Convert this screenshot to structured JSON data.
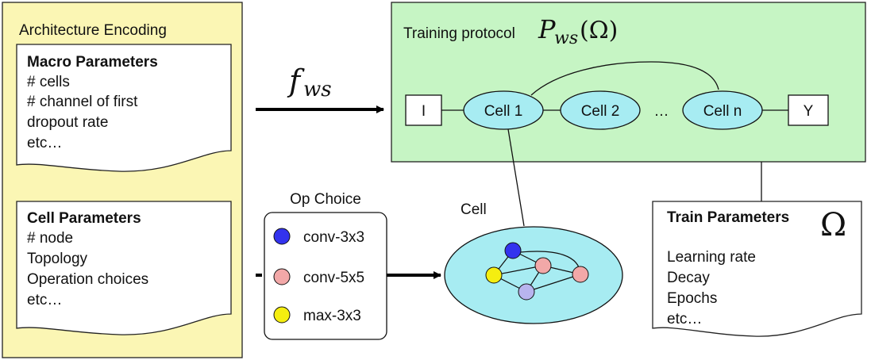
{
  "encoding_panel": {
    "title": "Architecture Encoding",
    "macro": {
      "heading": "Macro Parameters",
      "lines": [
        "# cells",
        "# channel of first",
        "dropout rate",
        "etc…"
      ]
    },
    "cell": {
      "heading": "Cell Parameters",
      "lines": [
        "# node",
        "Topology",
        "Operation choices",
        "etc…"
      ]
    }
  },
  "mapping": {
    "function": "f",
    "subscript": "ws"
  },
  "training_panel": {
    "title": "Training protocol",
    "symbol": "P",
    "symbol_sub": "ws",
    "symbol_arg": "(Ω)",
    "nodes": {
      "input": "I",
      "cell1": "Cell 1",
      "cell2": "Cell 2",
      "ellipsis": "…",
      "celln": "Cell n",
      "output": "Y"
    }
  },
  "op_choice": {
    "title": "Op Choice",
    "items": [
      {
        "label": "conv-3x3",
        "color": "#3333ee"
      },
      {
        "label": "conv-5x5",
        "color": "#f2a8a8"
      },
      {
        "label": "max-3x3",
        "color": "#f5ee10"
      }
    ]
  },
  "cell_detail": {
    "label": "Cell",
    "node_colors": {
      "blue": "#3333ee",
      "pink": "#f2a8a8",
      "yellow": "#f5ee10",
      "lavender": "#b8b4ee"
    },
    "fill": "#a7ecf2"
  },
  "train_params": {
    "heading": "Train Parameters",
    "symbol": "Ω",
    "lines": [
      "Learning rate",
      "Decay",
      "Epochs",
      "etc…"
    ]
  },
  "colors": {
    "encoding_bg": "#fbf6b4",
    "training_bg": "#c6f5c4",
    "cell_fill": "#a7ecf2"
  }
}
